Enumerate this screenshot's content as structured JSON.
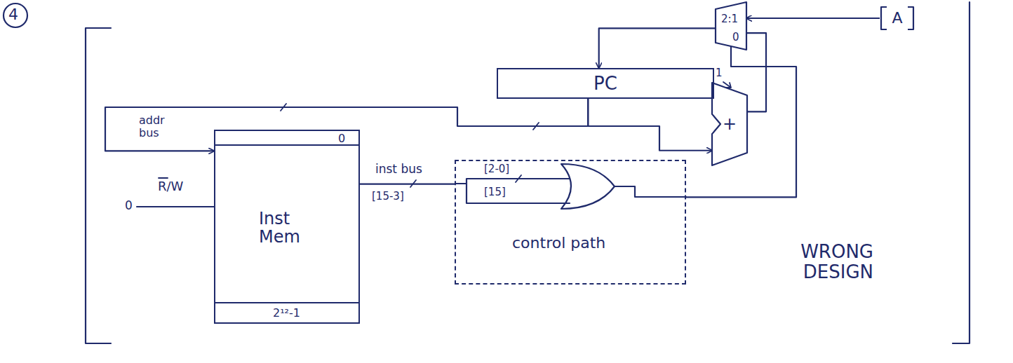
{
  "diagram": {
    "nodes": [
      {
        "text": [
          "2:1",
          "0"
        ]
      },
      {
        "text": [
          "A"
        ]
      },
      {
        "text": [
          "PC"
        ]
      },
      {
        "text": [
          "+"
        ]
      },
      {
        "text": [
          "0",
          "Inst Mem",
          "2¹²-1"
        ]
      },
      {
        "text": [
          "control path"
        ]
      }
    ],
    "edges": [
      {
        "from": 1,
        "to": 0,
        "arrow": "to"
      },
      {
        "from": 0,
        "to": 2,
        "arrow": "to"
      },
      {
        "from": 2,
        "to": 3,
        "arrow": "to"
      },
      {
        "from": 2,
        "to": 4,
        "arrow": "to"
      },
      {
        "from": 3,
        "to": 0,
        "arrow": "none"
      },
      {
        "from": 4,
        "to": 5,
        "arrow": "none"
      },
      {
        "from": 5,
        "to": 0,
        "arrow": "none"
      }
    ],
    "labels": [
      "4",
      "addr bus",
      "R/W",
      "0",
      "inst bus",
      "[2-0]",
      "[15]",
      "[15-3]",
      "1",
      "WRONG DESIGN"
    ]
  }
}
